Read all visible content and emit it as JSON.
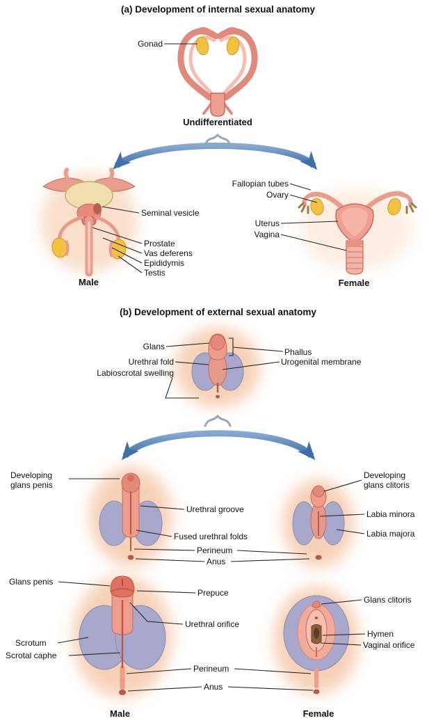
{
  "figure": {
    "panel_a": {
      "title": "(a) Development of internal sexual anatomy",
      "gonad": "Gonad",
      "undifferentiated": "Undifferentiated",
      "male_caption": "Male",
      "female_caption": "Female",
      "male_labels": {
        "seminal_vesicle": "Seminal vesicle",
        "prostate": "Prostate",
        "vas_deferens": "Vas deferens",
        "epididymis": "Epididymis",
        "testis": "Testis"
      },
      "female_labels": {
        "fallopian_tubes": "Fallopian tubes",
        "ovary": "Ovary",
        "uterus": "Uterus",
        "vagina": "Vagina"
      }
    },
    "panel_b": {
      "title": "(b) Development of external sexual anatomy",
      "undiff_labels": {
        "glans": "Glans",
        "urethral_fold": "Urethral fold",
        "labioscrotal_swelling": "Labioscrotal swelling",
        "phallus": "Phallus",
        "urogenital_membrane": "Urogenital membrane"
      },
      "mid_labels": {
        "developing_glans_penis": "Developing glans penis",
        "urethral_groove": "Urethral groove",
        "fused_urethral_folds": "Fused urethral folds",
        "perineum": "Perineum",
        "anus": "Anus",
        "developing_glans_clitoris": "Developing glans clitoris",
        "labia_minora": "Labia minora",
        "labia_majora": "Labia majora"
      },
      "final_labels": {
        "glans_penis": "Glans penis",
        "scrotum": "Scrotum",
        "scrotal_raphe": "Scrotal caphe",
        "prepuce": "Prepuce",
        "urethral_orifice": "Urethral orifice",
        "perineum": "Perineum",
        "anus": "Anus",
        "glans_clitoris": "Glans clitoris",
        "hymen": "Hymen",
        "vaginal_orifice": "Vaginal orifice"
      },
      "male_caption": "Male",
      "female_caption": "Female"
    },
    "colors": {
      "duct_salmon": "#ee9c8c",
      "duct_outline": "#c9685c",
      "gonad_yellow": "#f2c23e",
      "swelling_purple": "#a8a8cd",
      "arrow_blue": "#4e7fb6",
      "glow_peach": "#f6cdb0",
      "hymen_brown": "#8b5e3c"
    }
  }
}
